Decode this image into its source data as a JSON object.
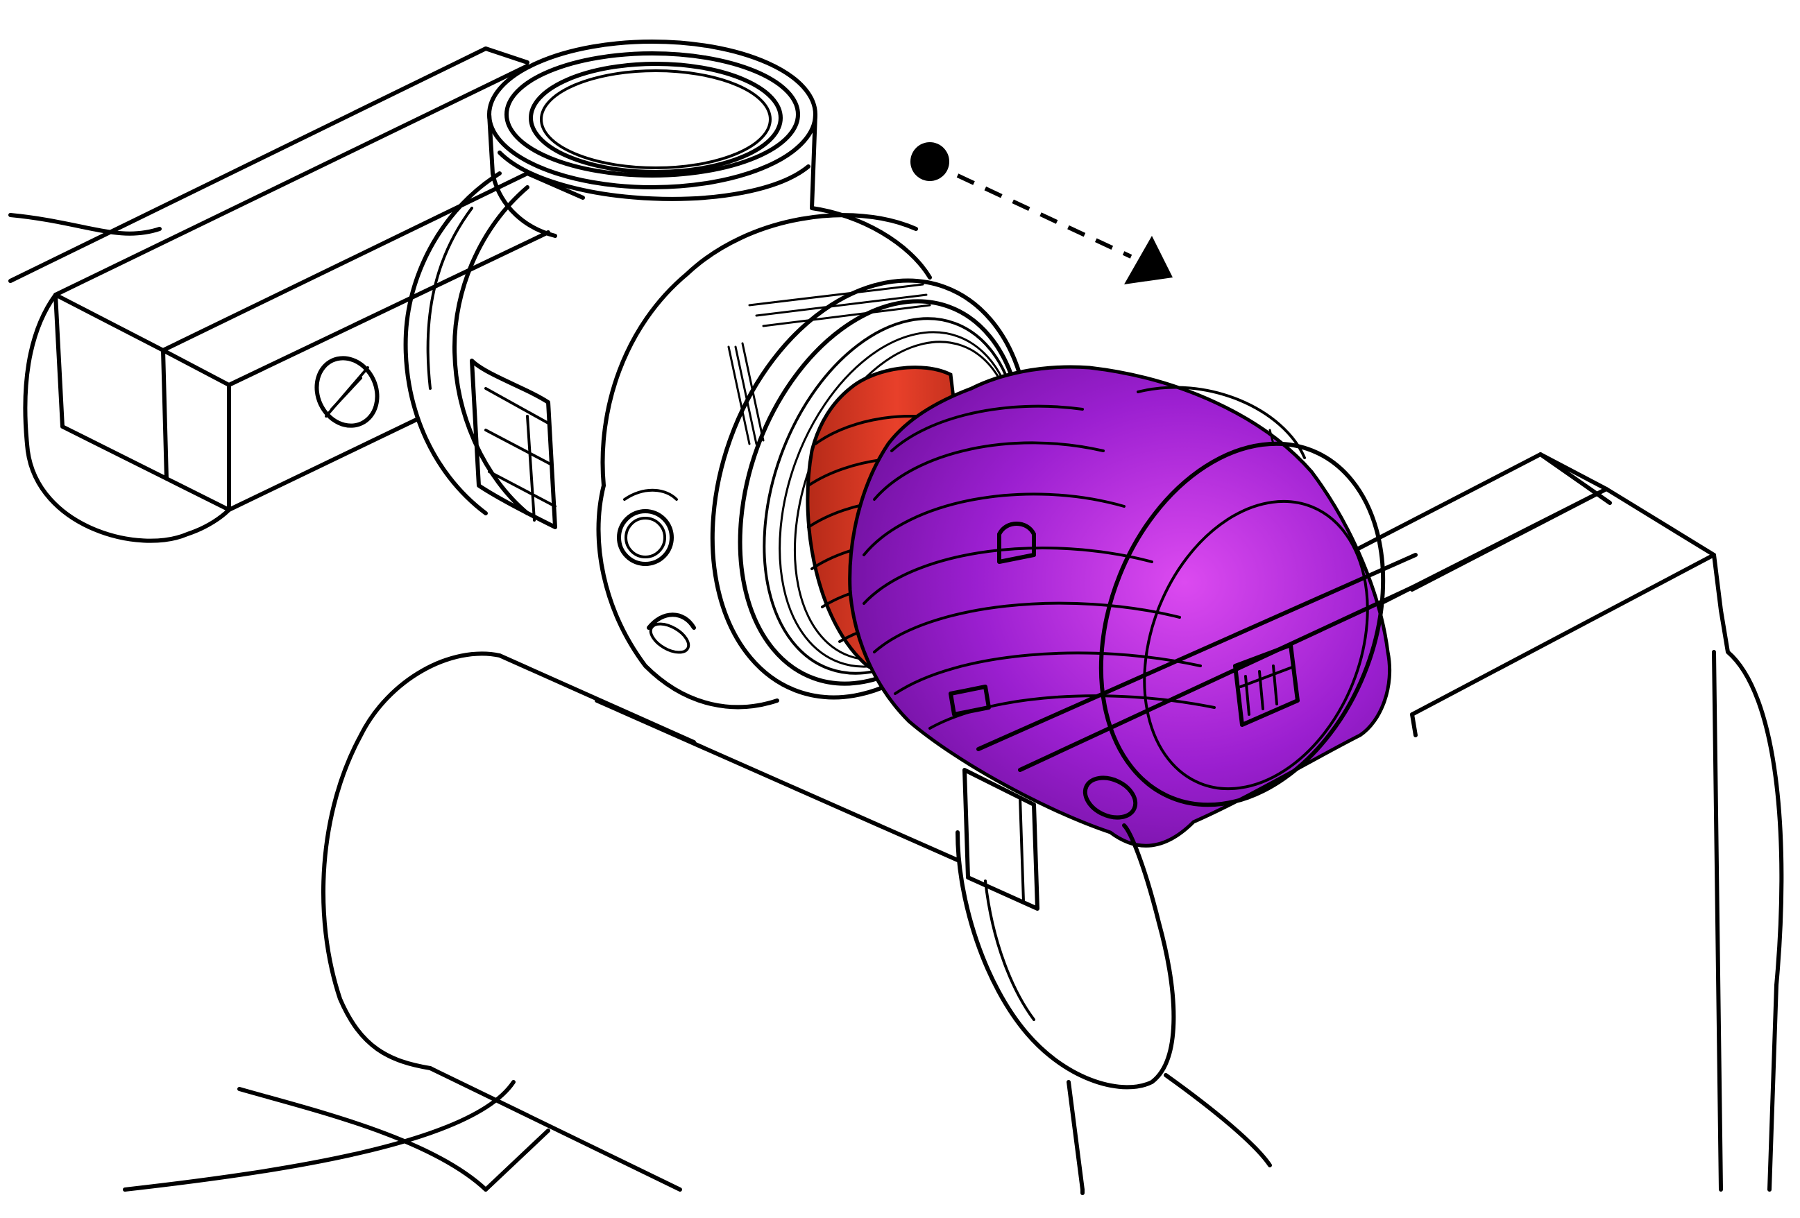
{
  "colors": {
    "background": "#ffffff",
    "line": "#000000",
    "knob_fill": "#9b1fd0",
    "knob_highlight": "#dc4af0",
    "knob_shadow": "#6a0f98",
    "spring_fill": "#e8402a",
    "spring_shadow": "#b52a18"
  },
  "parts": {
    "highlighted_knob": "purple-cap",
    "highlighted_spring": "red-spring"
  },
  "annotation": {
    "motion_arrow": "dashed-arrow-with-origin-dot",
    "direction": "down-right"
  }
}
